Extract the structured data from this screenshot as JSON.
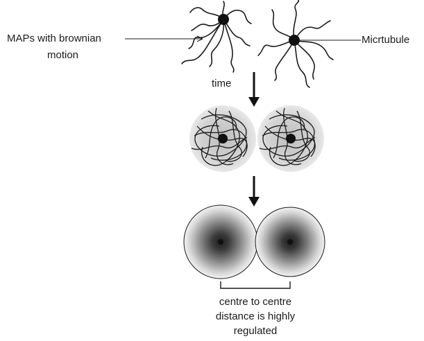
{
  "labels": {
    "maps_line1": "MAPs with brownian",
    "maps_line2": "motion",
    "microtubule": "Micrtubule",
    "time": "time",
    "distance_line1": "centre to centre",
    "distance_line2": "distance is highly",
    "distance_line3": "regulated"
  },
  "colors": {
    "ink": "#1a1a1a",
    "shade_dark": "#3a3a3a",
    "shade_mid": "#9a9a9a",
    "shade_light": "#e6e6e6"
  }
}
